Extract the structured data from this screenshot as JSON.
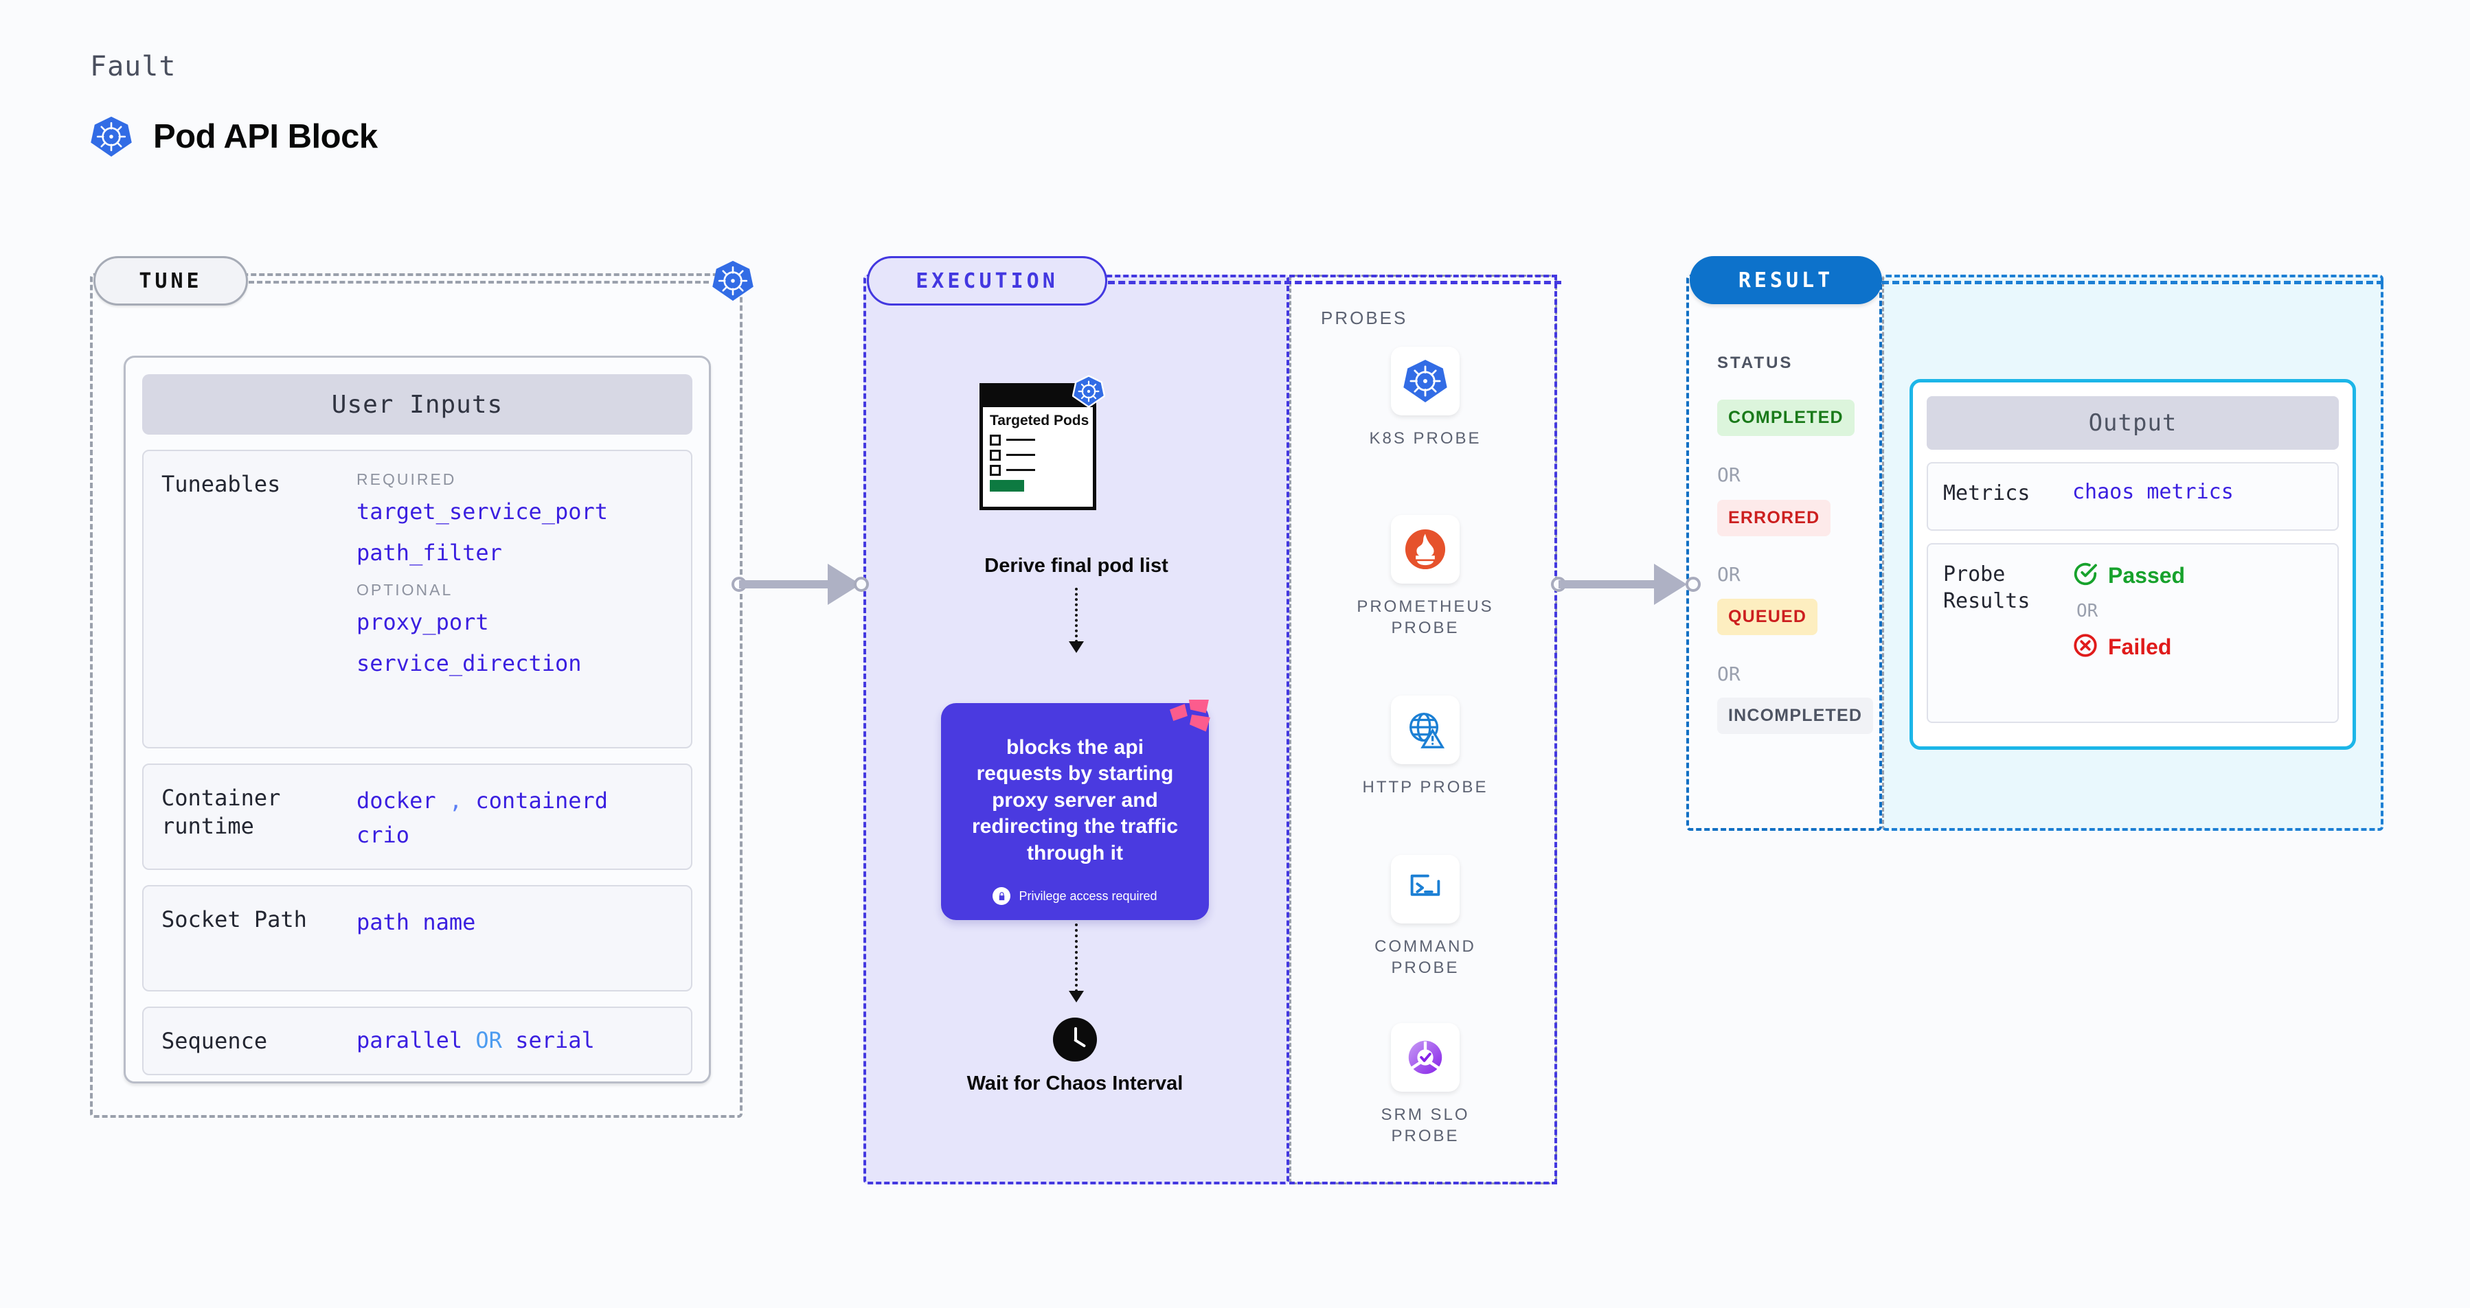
{
  "header": {
    "eyebrow": "Fault",
    "title": "Pod API Block",
    "icon": "kubernetes-icon"
  },
  "sections": {
    "tune": {
      "badge": "TUNE"
    },
    "execution": {
      "badge": "EXECUTION"
    },
    "result": {
      "badge": "RESULT"
    }
  },
  "tune": {
    "card_title": "User Inputs",
    "rows": [
      {
        "label": "Tuneables",
        "required_tag": "REQUIRED",
        "required": [
          "target_service_port",
          "path_filter"
        ],
        "optional_tag": "OPTIONAL",
        "optional": [
          "proxy_port",
          "service_direction"
        ]
      },
      {
        "label": "Container runtime",
        "values_line1": [
          "docker",
          "containerd"
        ],
        "separator": ",",
        "values_line2": [
          "crio"
        ]
      },
      {
        "label": "Socket Path",
        "value": "path name"
      },
      {
        "label": "Sequence",
        "value_a": "parallel",
        "conjunction": "OR",
        "value_b": "serial"
      }
    ]
  },
  "execution": {
    "targeted_pods_title": "Targeted Pods",
    "derive_label": "Derive final pod list",
    "action_text": "blocks the api requests by starting proxy server and redirecting the traffic through it",
    "privilege_note": "Privilege access required",
    "wait_label": "Wait for Chaos Interval"
  },
  "probes": {
    "title": "PROBES",
    "items": [
      {
        "label": "K8S PROBE",
        "icon": "kubernetes-icon"
      },
      {
        "label": "PROMETHEUS PROBE",
        "icon": "prometheus-icon"
      },
      {
        "label": "HTTP PROBE",
        "icon": "globe-warning-icon"
      },
      {
        "label": "COMMAND PROBE",
        "icon": "terminal-icon"
      },
      {
        "label": "SRM SLO PROBE",
        "icon": "srm-slo-icon"
      }
    ]
  },
  "result": {
    "status_title": "STATUS",
    "or_label": "OR",
    "statuses": [
      {
        "label": "COMPLETED",
        "bg": "#dcf5dc",
        "fg": "#1a7a1a"
      },
      {
        "label": "ERRORED",
        "bg": "#fdeaea",
        "fg": "#cc1f1f"
      },
      {
        "label": "QUEUED",
        "bg": "#fdeec0",
        "fg": "#cc1f1f"
      },
      {
        "label": "INCOMPLETED",
        "bg": "#f1f2f6",
        "fg": "#4e5463"
      }
    ]
  },
  "output": {
    "card_title": "Output",
    "metrics_label": "Metrics",
    "metrics_value": "chaos metrics",
    "probe_results_label": "Probe Results",
    "passed_label": "Passed",
    "or_label": "OR",
    "failed_label": "Failed"
  },
  "colors": {
    "accent_violet": "#4338e0",
    "link_violet": "#3a1fe0",
    "result_blue": "#0d72cb",
    "output_cyan": "#1cb6e8",
    "pass_green": "#17a22c",
    "fail_red": "#e01b1b",
    "k8s_blue": "#326ce5",
    "prometheus_orange": "#e6522c"
  }
}
